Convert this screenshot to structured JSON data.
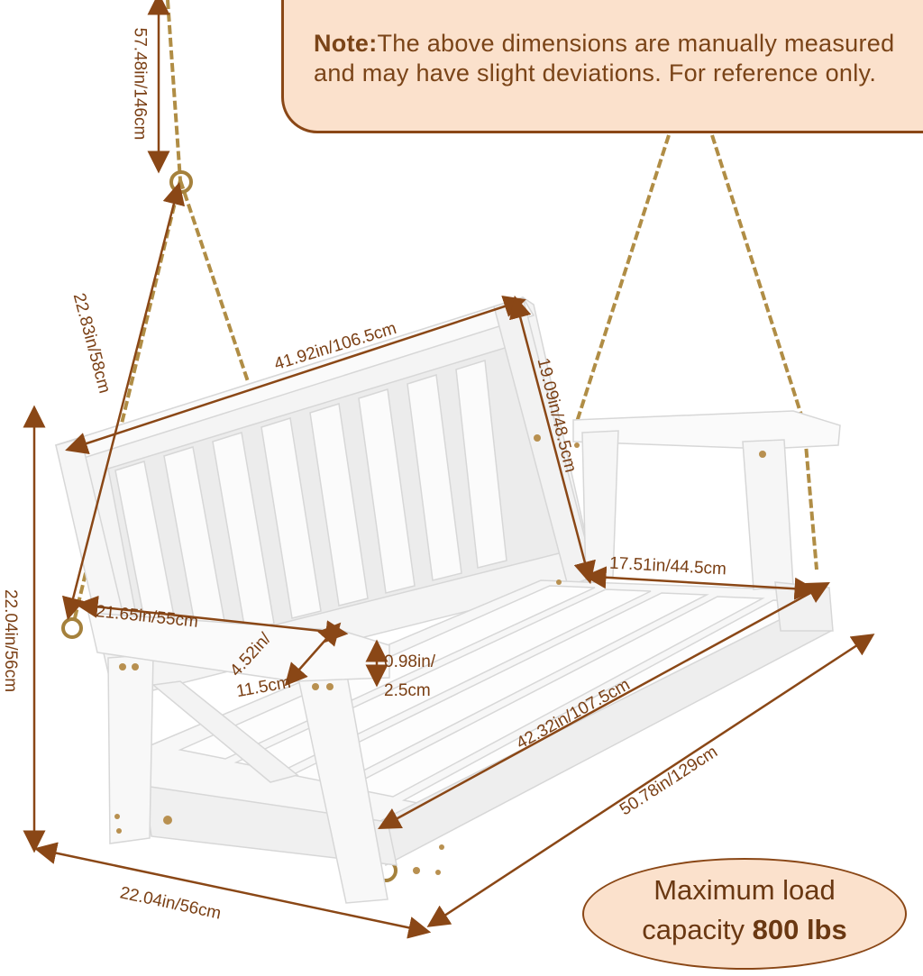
{
  "note": {
    "label": "Note:",
    "text": "The above dimensions are manually measured and may have slight deviations. For reference only."
  },
  "load": {
    "line1": "Maximum load",
    "line2_prefix": "capacity ",
    "line2_value": "800 lbs"
  },
  "dimensions": {
    "chain_length": "57.48in/146cm",
    "chain_span": "22.83in/58cm",
    "back_width": "41.92in/106.5cm",
    "back_height": "19.09in/48.5cm",
    "total_height": "22.04in/56cm",
    "armrest_length": "21.65in/55cm",
    "armrest_width_a": "4.52in/",
    "armrest_width_b": "11.5cm",
    "armrest_thick_a": "0.98in/",
    "armrest_thick_b": "2.5cm",
    "seat_depth": "17.51in/44.5cm",
    "seat_width": "42.32in/107.5cm",
    "total_width": "50.78in/129cm",
    "total_depth": "22.04in/56cm"
  },
  "colors": {
    "accent": "#8a4716",
    "panel": "#fbe1cc",
    "text": "#7a3f14"
  }
}
